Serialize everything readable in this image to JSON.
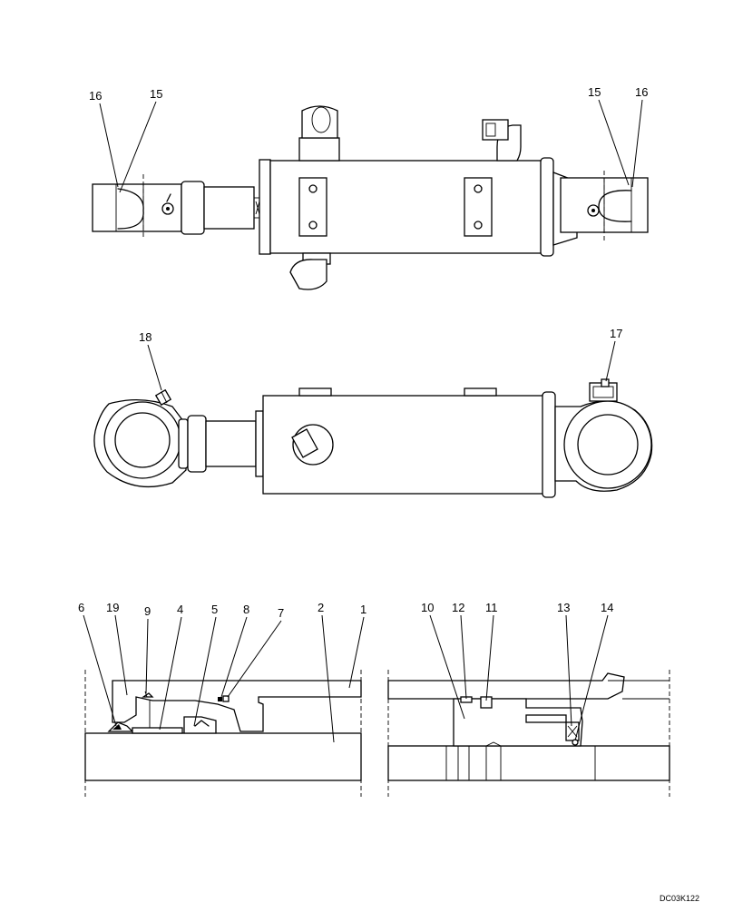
{
  "drawing_code": "DC03K122",
  "top_view_callouts": {
    "left_seal": "16",
    "left_bushing": "15",
    "right_bushing": "15",
    "right_seal": "16"
  },
  "side_view_callouts": {
    "rod_grease_fitting": "18",
    "head_grease_fitting": "17"
  },
  "section_callouts": {
    "p6": "6",
    "p19": "19",
    "p9": "9",
    "p4": "4",
    "p5": "5",
    "p8": "8",
    "p7": "7",
    "p2": "2",
    "p1": "1",
    "p10": "10",
    "p12": "12",
    "p11": "11",
    "p13": "13",
    "p14": "14"
  }
}
